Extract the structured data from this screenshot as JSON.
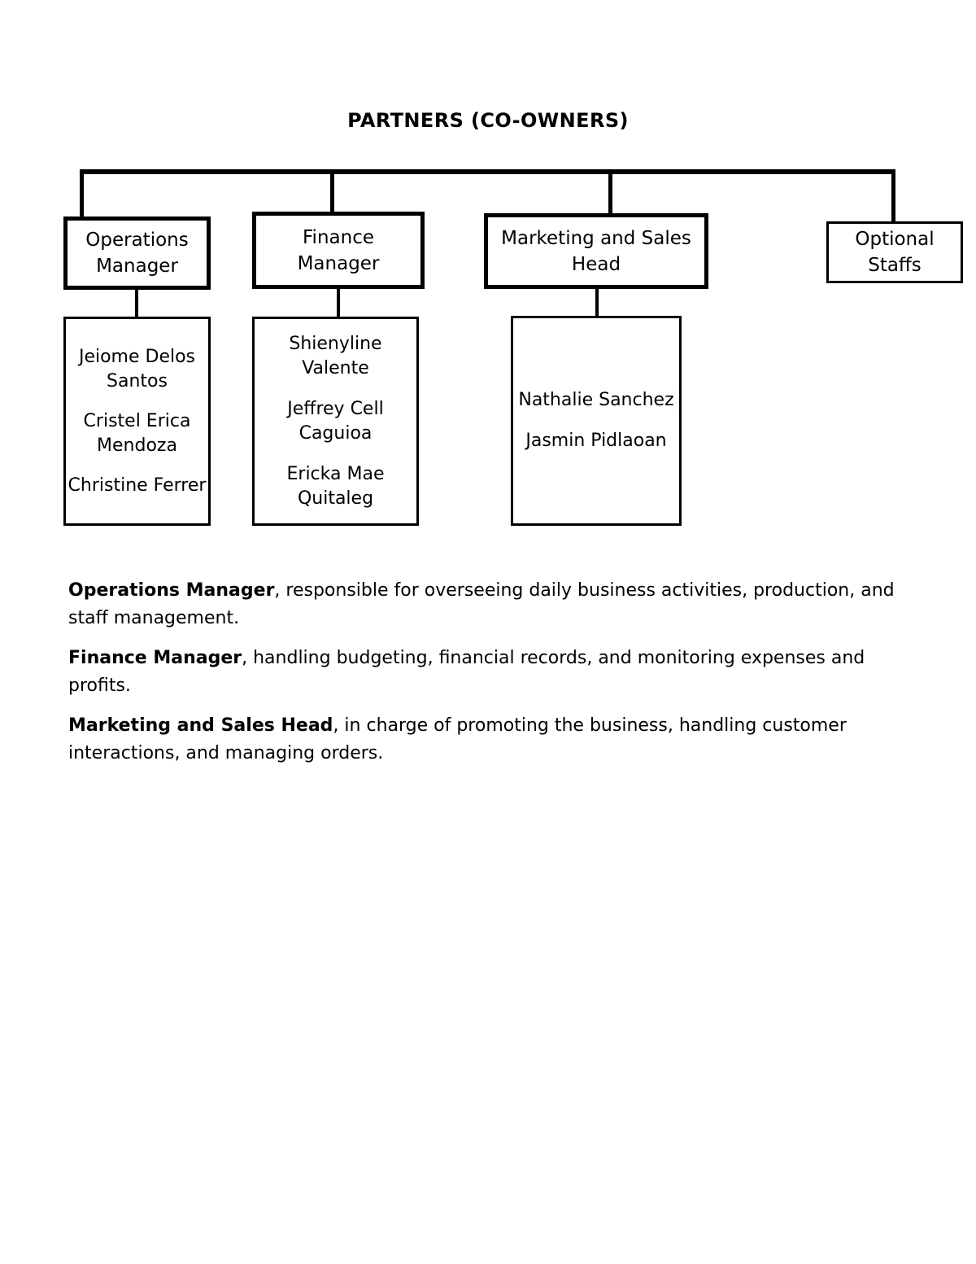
{
  "chart": {
    "title": "PARTNERS (CO-OWNERS)",
    "nodes": {
      "operations": {
        "line1": "Operations",
        "line2": "Manager"
      },
      "finance": {
        "line1": "Finance",
        "line2": "Manager"
      },
      "marketing": {
        "line1": "Marketing and Sales",
        "line2": "Head"
      },
      "optional": {
        "line1": "Optional",
        "line2": "Staffs"
      }
    },
    "staff": {
      "operations": [
        "Jeiome Delos Santos",
        "Cristel Erica Mendoza",
        "Christine Ferrer"
      ],
      "finance": [
        "Shienyline Valente",
        "Jeffrey Cell Caguioa",
        "Ericka Mae Quitaleg"
      ],
      "marketing": [
        "Nathalie Sanchez",
        "Jasmin Pidlaoan"
      ]
    }
  },
  "descriptions": [
    {
      "role": "Operations Manager",
      "text": ", responsible for overseeing daily business activities, production, and staff management."
    },
    {
      "role": "Finance Manager",
      "text": ", handling budgeting, financial records, and monitoring expenses and profits."
    },
    {
      "role": "Marketing and Sales Head",
      "text": ", in charge of promoting the business, handling customer interactions, and managing orders."
    }
  ]
}
